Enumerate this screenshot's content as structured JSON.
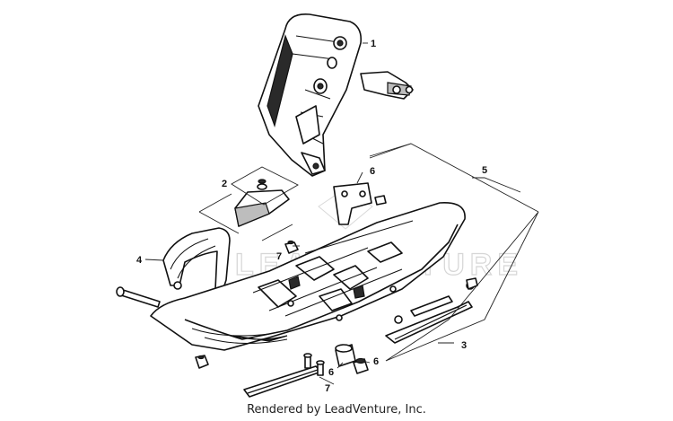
{
  "diagram": {
    "callouts": [
      {
        "id": "c1",
        "label": "1"
      },
      {
        "id": "c2",
        "label": "2"
      },
      {
        "id": "c3",
        "label": "3"
      },
      {
        "id": "c4",
        "label": "4"
      },
      {
        "id": "c5",
        "label": "5"
      },
      {
        "id": "c6a",
        "label": "6"
      },
      {
        "id": "c6b",
        "label": "6"
      },
      {
        "id": "c6c",
        "label": "6"
      },
      {
        "id": "c7a",
        "label": "7"
      },
      {
        "id": "c7b",
        "label": "7"
      }
    ],
    "watermark_text": "LEADVENTURE",
    "credit": "Rendered by LeadVenture, Inc."
  }
}
